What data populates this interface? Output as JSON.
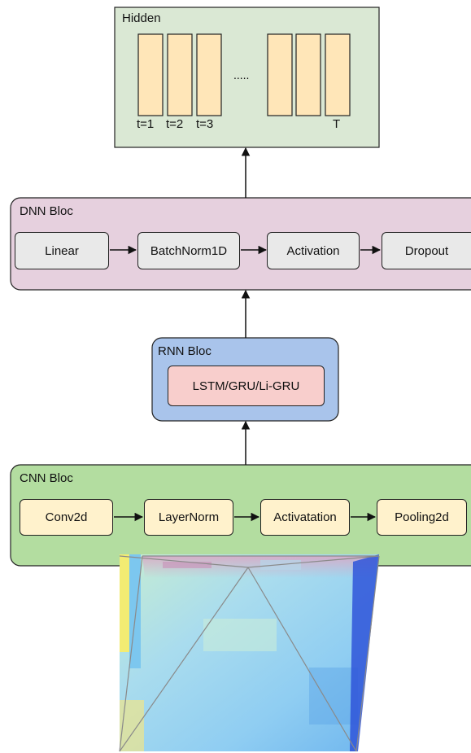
{
  "hidden": {
    "title": "Hidden",
    "dots": ".....",
    "steps": [
      "t=1",
      "t=2",
      "t=3",
      "T"
    ]
  },
  "dnn": {
    "title": "DNN Bloc",
    "nodes": [
      "Linear",
      "BatchNorm1D",
      "Activation",
      "Dropout"
    ]
  },
  "rnn": {
    "title": "RNN Bloc",
    "nodes": [
      "LSTM/GRU/Li-GRU"
    ]
  },
  "cnn": {
    "title": "CNN Bloc",
    "nodes": [
      "Conv2d",
      "LayerNorm",
      "Activatation",
      "Pooling2d"
    ]
  },
  "colors": {
    "hidden_bg": "#dae8d4",
    "hidden_cell": "#ffe6b8",
    "dnn_bg": "#e6d0de",
    "rnn_bg": "#a9c4eb",
    "cnn_bg": "#b3dda0",
    "node_gray": "#e9e9e9",
    "node_yellow": "#fff2cc",
    "node_red": "#f8cecc"
  }
}
